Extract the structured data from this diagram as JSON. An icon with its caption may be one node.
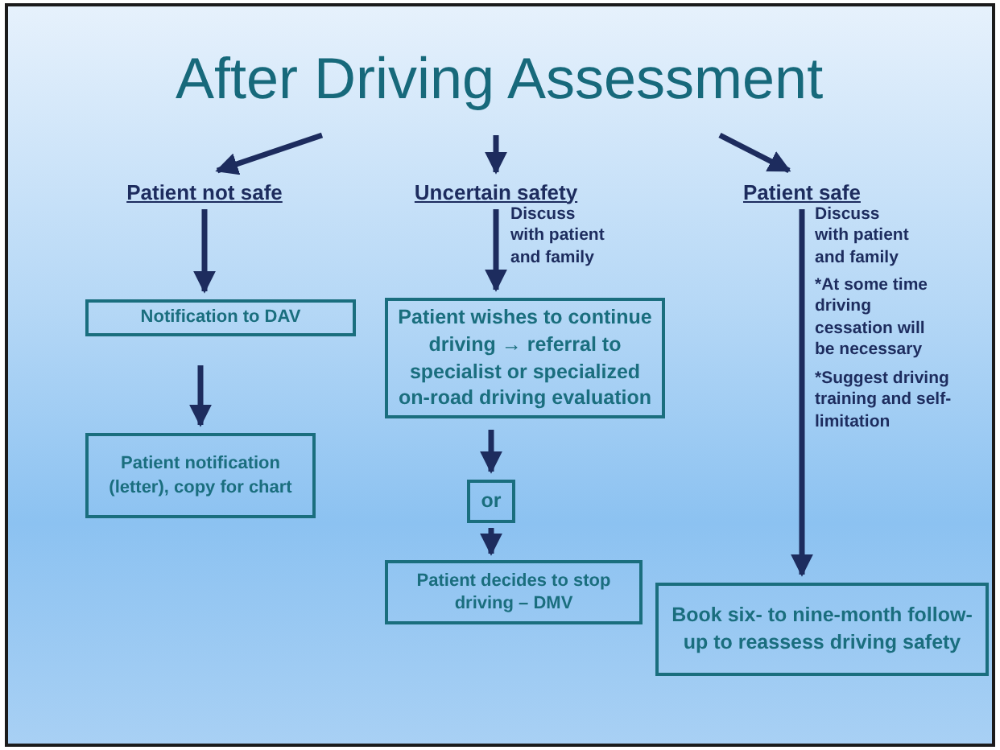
{
  "diagram": {
    "nodes": [
      {
        "text": [
          "After Driving Assessment"
        ]
      },
      {
        "text": [
          "Patient not safe"
        ]
      },
      {
        "text": [
          "Uncertain safety"
        ]
      },
      {
        "text": [
          "Patient safe"
        ]
      },
      {
        "text": [
          "Notification to DAV"
        ]
      },
      {
        "text": [
          "Patient notification (letter), copy for chart"
        ]
      },
      {
        "text": [
          "Patient wishes to continue driving → referral to specialist or specialized on-road driving evaluation"
        ]
      },
      {
        "text": [
          "or"
        ]
      },
      {
        "text": [
          "Patient decides to stop driving – DMV"
        ]
      },
      {
        "text": [
          "Book six- to nine-month follow-up to reassess driving safety"
        ]
      }
    ],
    "edges": [
      {
        "from": 0,
        "to": 1,
        "arrow": "to"
      },
      {
        "from": 0,
        "to": 2,
        "arrow": "to"
      },
      {
        "from": 0,
        "to": 3,
        "arrow": "to"
      },
      {
        "from": 1,
        "to": 4,
        "arrow": "to"
      },
      {
        "from": 4,
        "to": 5,
        "arrow": "to"
      },
      {
        "from": 2,
        "to": 6,
        "arrow": "to"
      },
      {
        "from": 6,
        "to": 7,
        "arrow": "to"
      },
      {
        "from": 7,
        "to": 8,
        "arrow": "to"
      },
      {
        "from": 3,
        "to": 9,
        "arrow": "to"
      }
    ],
    "labels": [
      "Discuss with patient and family",
      "Discuss with patient and family",
      "*At some time driving cessation will be necessary",
      "*Suggest driving training and self-limitation"
    ]
  }
}
